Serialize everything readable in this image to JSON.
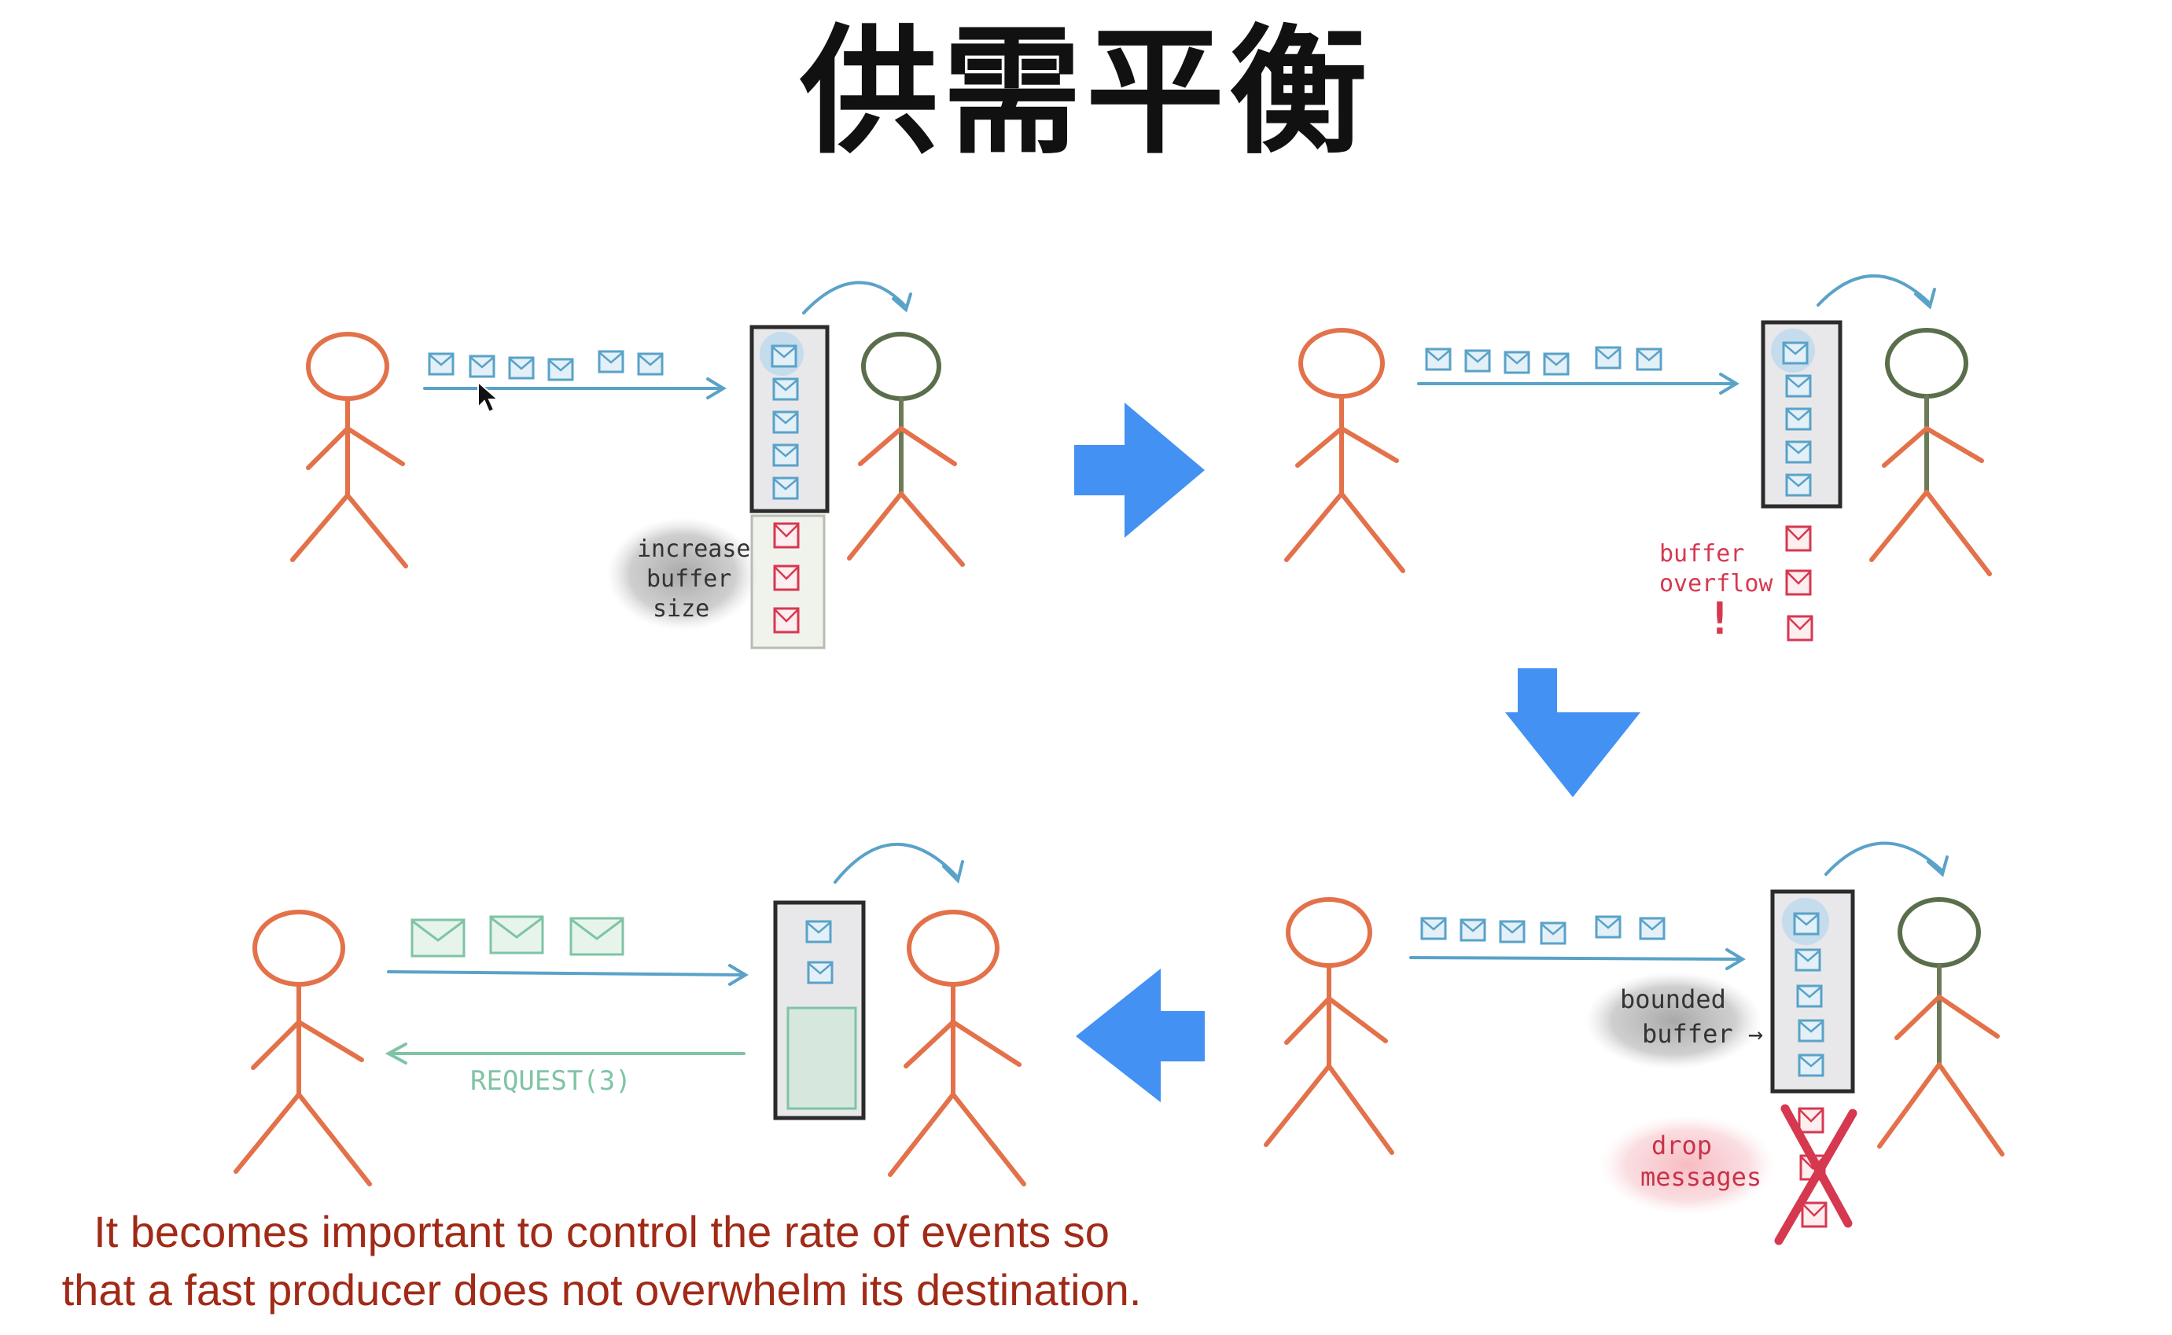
{
  "title": "供需平衡",
  "panels": {
    "increase_buffer": {
      "note": [
        "increase",
        "buffer",
        "size"
      ]
    },
    "buffer_overflow": {
      "note": [
        "buffer",
        "overflow"
      ],
      "exclamation": "!"
    },
    "bounded_buffer": {
      "note": [
        "bounded",
        "buffer →"
      ],
      "drop_note": [
        "drop",
        "messages"
      ]
    },
    "backpressure": {
      "request_label": "REQUEST(3)"
    }
  },
  "caption": [
    "It becomes important to control the rate of events so",
    "that a fast producer does not overwhelm its destination."
  ],
  "colors": {
    "person": "#e3714a",
    "receiver_head": "#5b6e4c",
    "message_blue": "#5aa2c8",
    "arrow_blue": "#4391f2",
    "overflow_red": "#d63850",
    "request_green": "#7fc4a4",
    "caption": "#a12a17"
  }
}
